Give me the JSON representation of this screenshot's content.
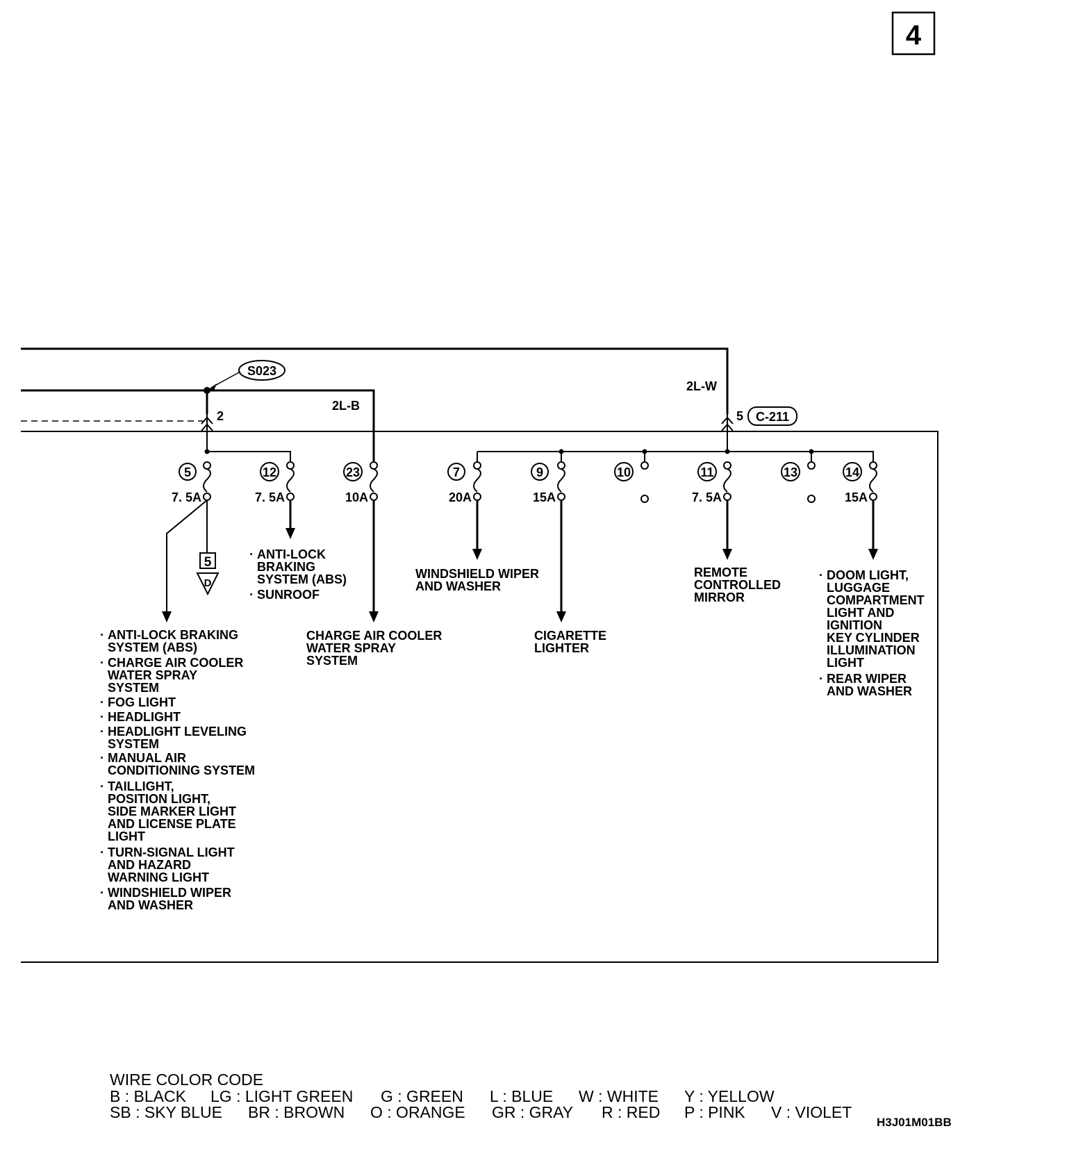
{
  "page_number": "4",
  "figure_code": "H3J01M01BB",
  "splice": "S023",
  "connector": "C-211",
  "pin_left": "2",
  "pin_right": "5",
  "wire_b": "2L-B",
  "wire_w": "2L-W",
  "fuses": [
    {
      "num": "5",
      "rating": "7. 5A"
    },
    {
      "num": "12",
      "rating": "7. 5A"
    },
    {
      "num": "23",
      "rating": "10A"
    },
    {
      "num": "7",
      "rating": "20A"
    },
    {
      "num": "9",
      "rating": "15A"
    },
    {
      "num": "10",
      "rating": ""
    },
    {
      "num": "11",
      "rating": "7. 5A"
    },
    {
      "num": "13",
      "rating": ""
    },
    {
      "num": "14",
      "rating": "15A"
    }
  ],
  "ref_box": "5",
  "ref_tri": "D",
  "loads": {
    "fuse5": [
      "ANTI-LOCK BRAKING",
      "SYSTEM (ABS)",
      "CHARGE AIR COOLER",
      "WATER SPRAY",
      "SYSTEM",
      "FOG LIGHT",
      "HEADLIGHT",
      "HEADLIGHT LEVELING",
      "SYSTEM",
      "MANUAL AIR",
      "CONDITIONING SYSTEM",
      "TAILLIGHT,",
      "POSITION LIGHT,",
      "SIDE MARKER LIGHT",
      "AND LICENSE PLATE",
      "LIGHT",
      "TURN-SIGNAL LIGHT",
      "AND HAZARD",
      "WARNING LIGHT",
      "WINDSHIELD WIPER",
      "AND WASHER"
    ],
    "fuse12": [
      "ANTI-LOCK",
      "BRAKING",
      "SYSTEM (ABS)",
      "SUNROOF"
    ],
    "fuse23": [
      "CHARGE AIR COOLER",
      "WATER SPRAY",
      "SYSTEM"
    ],
    "fuse7": [
      "WINDSHIELD WIPER",
      "AND WASHER"
    ],
    "fuse9": [
      "CIGARETTE",
      "LIGHTER"
    ],
    "fuse11": [
      "REMOTE",
      "CONTROLLED",
      "MIRROR"
    ],
    "fuse14": [
      "DOOM LIGHT,",
      "LUGGAGE",
      "COMPARTMENT",
      "LIGHT AND",
      "IGNITION",
      "KEY CYLINDER",
      "ILLUMINATION",
      "LIGHT",
      "REAR WIPER",
      "AND WASHER"
    ]
  },
  "legend": {
    "title": "WIRE COLOR CODE",
    "row1": [
      "B : BLACK",
      "LG : LIGHT GREEN",
      "G : GREEN",
      "L : BLUE",
      "W : WHITE",
      "Y : YELLOW"
    ],
    "row2": [
      "SB : SKY BLUE",
      "BR : BROWN",
      "O : ORANGE",
      "GR : GRAY",
      "R : RED",
      "P : PINK",
      "V : VIOLET"
    ]
  }
}
